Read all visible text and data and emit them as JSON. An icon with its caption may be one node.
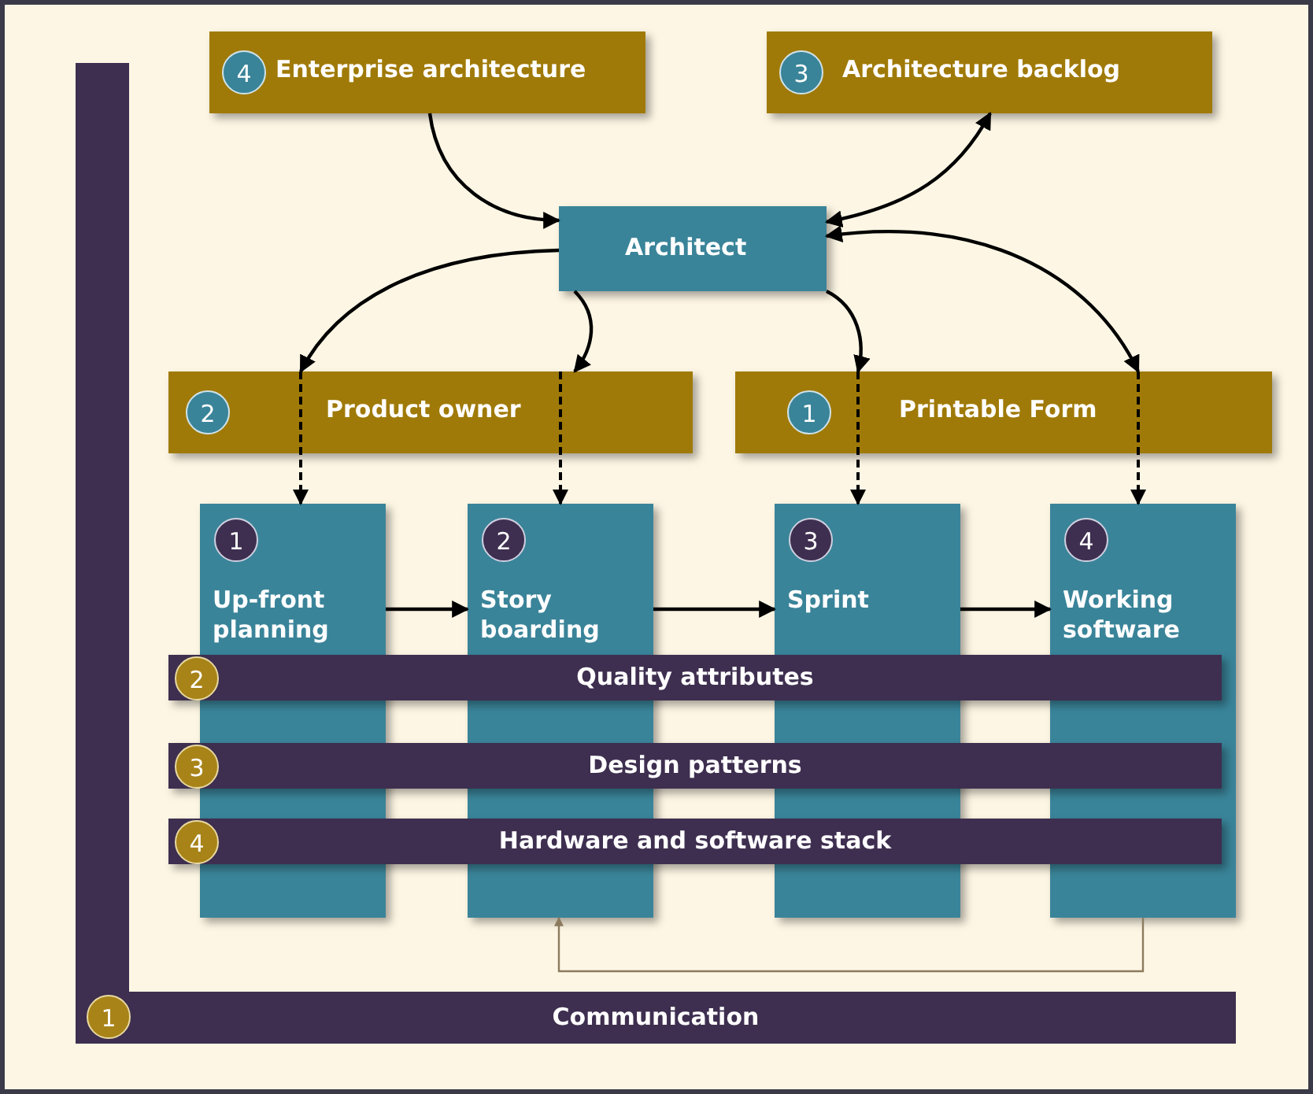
{
  "diagram": {
    "nodes": [
      {
        "text": [
          "4",
          "Enterprise architecture"
        ]
      },
      {
        "text": [
          "3",
          "Architecture backlog"
        ]
      },
      {
        "text": [
          "Architect"
        ]
      },
      {
        "text": [
          "2",
          "Product owner"
        ]
      },
      {
        "text": [
          "1",
          "Printable Form"
        ]
      },
      {
        "text": [
          "1",
          "Up-front planning"
        ]
      },
      {
        "text": [
          "2",
          "Story boarding"
        ]
      },
      {
        "text": [
          "3",
          "Sprint"
        ]
      },
      {
        "text": [
          "4",
          "Working software"
        ]
      },
      {
        "text": [
          "2",
          "Quality attributes"
        ]
      },
      {
        "text": [
          "3",
          "Design patterns"
        ]
      },
      {
        "text": [
          "4",
          "Hardware and software stack"
        ]
      },
      {
        "text": [
          "1",
          "Communication"
        ]
      }
    ],
    "edges": [
      {
        "from": 0,
        "to": 2,
        "arrow": "to"
      },
      {
        "from": 2,
        "to": 1,
        "arrow": "both"
      },
      {
        "from": 2,
        "to": 3,
        "arrow": "to"
      },
      {
        "from": 2,
        "to": 3,
        "arrow": "to"
      },
      {
        "from": 2,
        "to": 4,
        "arrow": "to"
      },
      {
        "from": 2,
        "to": 4,
        "arrow": "both"
      },
      {
        "from": 3,
        "to": 5,
        "arrow": "to",
        "style": "dashed"
      },
      {
        "from": 3,
        "to": 6,
        "arrow": "to",
        "style": "dashed"
      },
      {
        "from": 4,
        "to": 7,
        "arrow": "to",
        "style": "dashed"
      },
      {
        "from": 4,
        "to": 8,
        "arrow": "to",
        "style": "dashed"
      },
      {
        "from": 5,
        "to": 6,
        "arrow": "to"
      },
      {
        "from": 6,
        "to": 7,
        "arrow": "to"
      },
      {
        "from": 7,
        "to": 8,
        "arrow": "to"
      },
      {
        "from": 8,
        "to": 6,
        "arrow": "to",
        "color": "#8c7b5e"
      }
    ]
  }
}
